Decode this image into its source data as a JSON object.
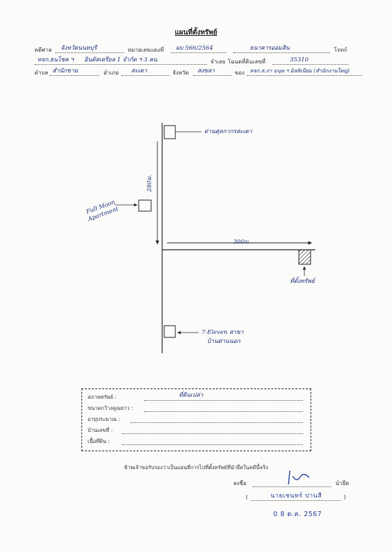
{
  "title": "แผนที่ตั้งทรัพย์",
  "header": {
    "court_label": "คดีศาล",
    "court_value": "จังหวัดนนทบุรี",
    "case_label": "หมายเลขแดงที่",
    "case_value": "ผบ 566/2564",
    "vs_value": "ธนาคารออมสิน",
    "plaintiff_label": "โจทก์",
    "defendant_value": "หจก.ธนโชค ฯ",
    "defendant_value2": "อินดัสเตรียล 1 จำกัด ฯ 3 คน",
    "defendant_label": "จำเลย",
    "deed_label": "โฉนดที่ดินเลขที่",
    "deed_value": "35310",
    "subdistrict_label": "ตำบล",
    "subdistrict_value": "สำนักขาม",
    "district_label": "อำเภอ",
    "district_value": "สะเดา",
    "province_label": "จังหวัด",
    "province_value": "สงขลา",
    "owner_label": "ของ",
    "owner_value": "หจก.ส.ภา มนุษ ฯ  มิลลิเนียม (สำนักงานใหญ่)"
  },
  "map": {
    "label_top": "ด่านศุลกากรสะเดา",
    "label_left": "Full Moon Apartment",
    "distance_vertical": "280ม.",
    "distance_horizontal": "300ม.",
    "label_property": "ที่ตั้งทรัพย์",
    "label_bottom1": "7-Eleven สาขา",
    "label_bottom2": "บ้านด่านนอก"
  },
  "details": {
    "condition_label": "สภาพทรัพย์ :",
    "condition_value": "ที่ดินเปล่า",
    "size_label": "ขนาดกว้างคูณยาว :",
    "age_label": "อายุประมาณ :",
    "house_no_label": "บ้านเลขที่ :",
    "area_label": "เนื้อที่ดิน :"
  },
  "certification": "ข้าพเจ้าขอรับรองว่าเป็นแผนที่การไปที่ตั้งทรัพย์ที่นำยึดในคดีนี้จริง",
  "signature": {
    "sign_label": "ลงชื่อ",
    "role_label": "นำยึด",
    "name": "นายเชนทร์  ปานสี",
    "paren_open": "(",
    "paren_close": ")",
    "date": "0 8 ต.ค. 2567"
  }
}
